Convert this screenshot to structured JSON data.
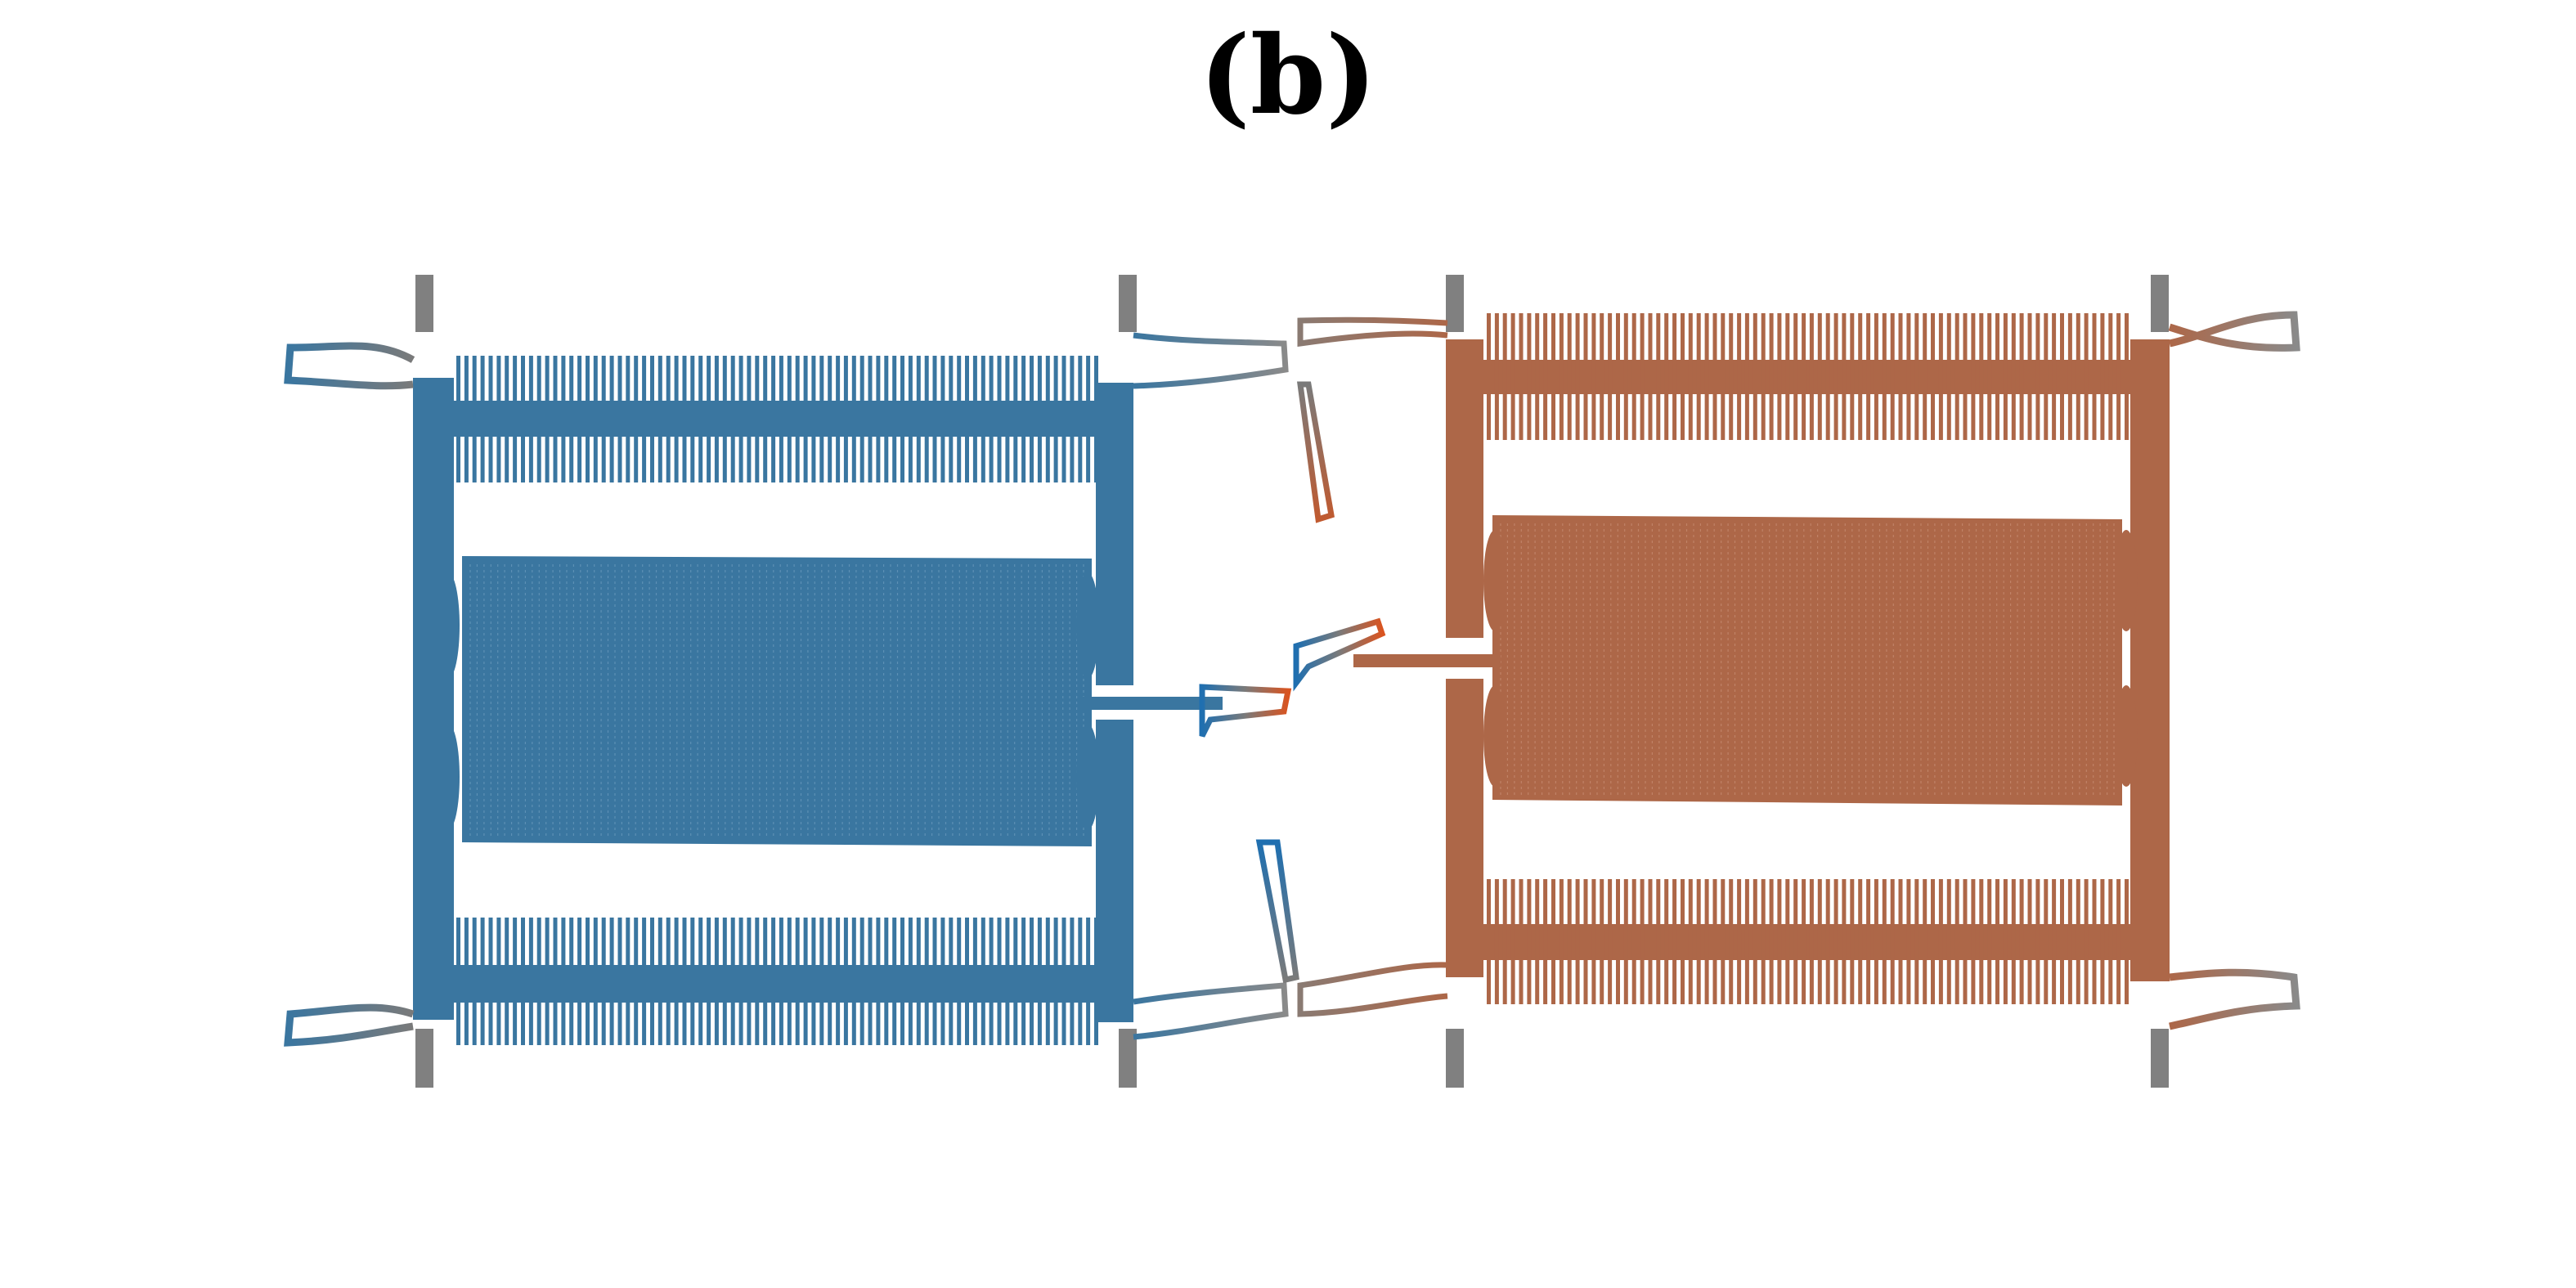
{
  "figure": {
    "panel_label": "(b)",
    "colors": {
      "left_device": "#3a76a0",
      "right_device": "#ad6748",
      "anchor": "#808080",
      "accent_blue": "#1f6fb0",
      "accent_orange": "#d95420"
    },
    "devices": [
      {
        "side": "left",
        "color_key": "left_device"
      },
      {
        "side": "right",
        "color_key": "right_device"
      }
    ]
  }
}
